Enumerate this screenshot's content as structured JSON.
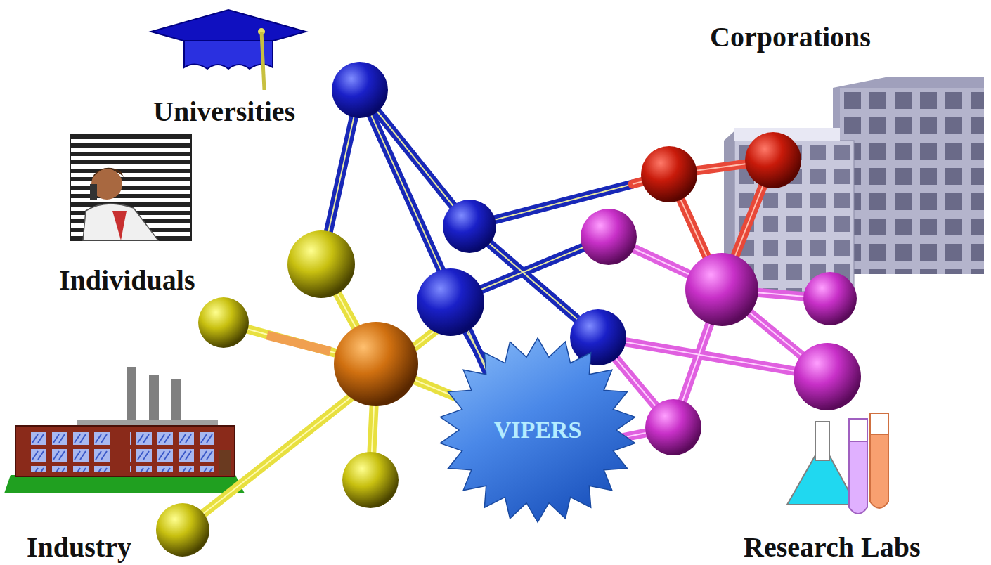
{
  "diagram": {
    "nodes": [
      {
        "text": [
          "VIPERS"
        ]
      }
    ],
    "labels": [
      "Universities",
      "Corporations",
      "Individuals",
      "Industry",
      "Research Labs"
    ]
  }
}
